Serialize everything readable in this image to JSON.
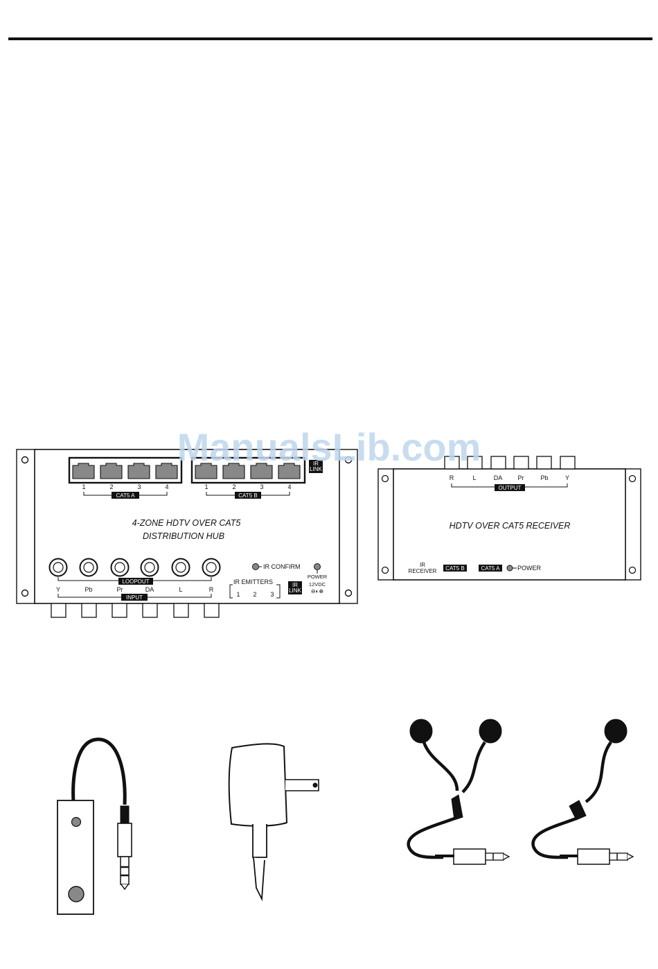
{
  "watermark": "ManualsLib.com",
  "hub": {
    "title_line1": "4-ZONE HDTV  OVER  CAT5",
    "title_line2": "DISTRIBUTION  HUB",
    "ir_link_top": [
      "IR",
      "LINK"
    ],
    "cat5a": {
      "label": "CAT5  A",
      "ports": [
        "1",
        "2",
        "3",
        "4"
      ]
    },
    "cat5b": {
      "label": "CAT5  B",
      "ports": [
        "1",
        "2",
        "3",
        "4"
      ]
    },
    "rca_labels": [
      "Y",
      "Pb",
      "Pr",
      "DA",
      "L",
      "R"
    ],
    "loopout_label": "LOOPOUT",
    "input_label": "INPUT",
    "ir_confirm_label": "IR CONFIRM",
    "ir_emitters_label": "IR EMITTERS",
    "ir_emitter_ports": [
      "1",
      "2",
      "3"
    ],
    "ir_link_bottom": [
      "IR",
      "LINK"
    ],
    "power_label": "POWER",
    "voltage_label": "12VDC",
    "polarity_label": "⊖◐⊕"
  },
  "receiver": {
    "title": "HDTV  OVER  CAT5  RECEIVER",
    "output_labels": [
      "R",
      "L",
      "DA",
      "Pr",
      "Pb",
      "Y"
    ],
    "output_label": "OUTPUT",
    "ir_receiver_label": [
      "IR",
      "RECEIVER"
    ],
    "cat5b_label": "CAT5  B",
    "cat5a_label": "CAT5  A",
    "power_label": "POWER"
  },
  "accessories": {
    "ir_receiver_icon": "ir-receiver-eye",
    "power_adapter_icon": "power-adapter",
    "dual_emitter_icon": "dual-ir-emitter",
    "single_emitter_icon": "single-ir-emitter"
  }
}
